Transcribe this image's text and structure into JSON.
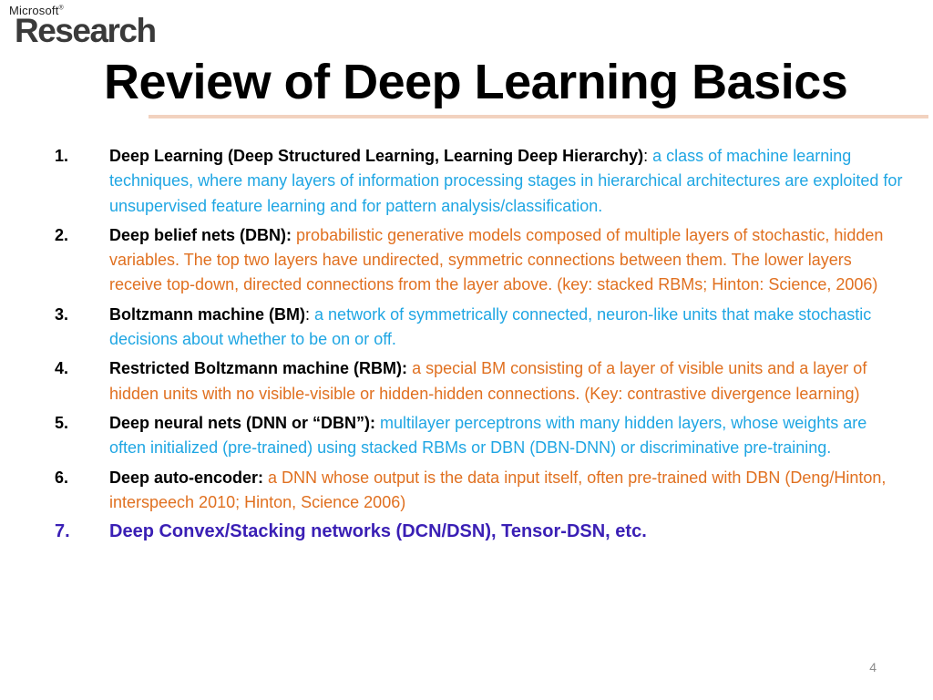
{
  "logo": {
    "brand": "Microsoft",
    "reg_mark": "®",
    "product": "Research"
  },
  "title": "Review of Deep Learning Basics",
  "items": [
    {
      "number": "1.",
      "term": "Deep Learning (Deep Structured Learning, Learning Deep Hierarchy)",
      "separator": ": ",
      "definition": "a class of machine learning techniques, where many layers of information processing stages in hierarchical architectures are exploited for unsupervised feature learning and for pattern analysis/classification."
    },
    {
      "number": "2.",
      "term": "Deep belief nets (DBN):",
      "separator": " ",
      "definition": "probabilistic generative models composed of multiple layers of stochastic, hidden variables. The top two layers have undirected, symmetric connections between them. The lower layers receive top-down, directed connections from the layer above. (key: stacked RBMs; Hinton: Science, 2006)"
    },
    {
      "number": "3.",
      "term": "Boltzmann machine (BM)",
      "separator": ": ",
      "definition": "a network of symmetrically connected, neuron-like units that make stochastic decisions about whether to be on or off."
    },
    {
      "number": "4.",
      "term": "Restricted Boltzmann machine (RBM):",
      "separator": " ",
      "definition": "a special BM consisting of a layer of visible units and a layer of hidden units with no visible-visible or hidden-hidden connections. (Key: contrastive divergence learning)"
    },
    {
      "number": "5.",
      "term": "Deep neural nets (DNN or “DBN”):",
      "separator": " ",
      "definition": "multilayer perceptrons  with many hidden layers, whose weights are often initialized (pre-trained) using stacked RBMs or DBN (DBN-DNN) or discriminative pre-training."
    },
    {
      "number": "6.",
      "term": "Deep auto-encoder:",
      "separator": " ",
      "definition": "a DNN whose output is the data input itself, often pre-trained with DBN (Deng/Hinton, interspeech 2010; Hinton, Science 2006)"
    },
    {
      "number": "7.",
      "term": "Deep Convex/Stacking networks (DCN/DSN), Tensor-DSN, etc."
    }
  ],
  "page_number": "4",
  "colors": {
    "definition_blue": "#1fa6e3",
    "definition_orange": "#e07020",
    "emphasis_purple": "#3a1fb5",
    "title_rule": "#f2d2bf"
  }
}
